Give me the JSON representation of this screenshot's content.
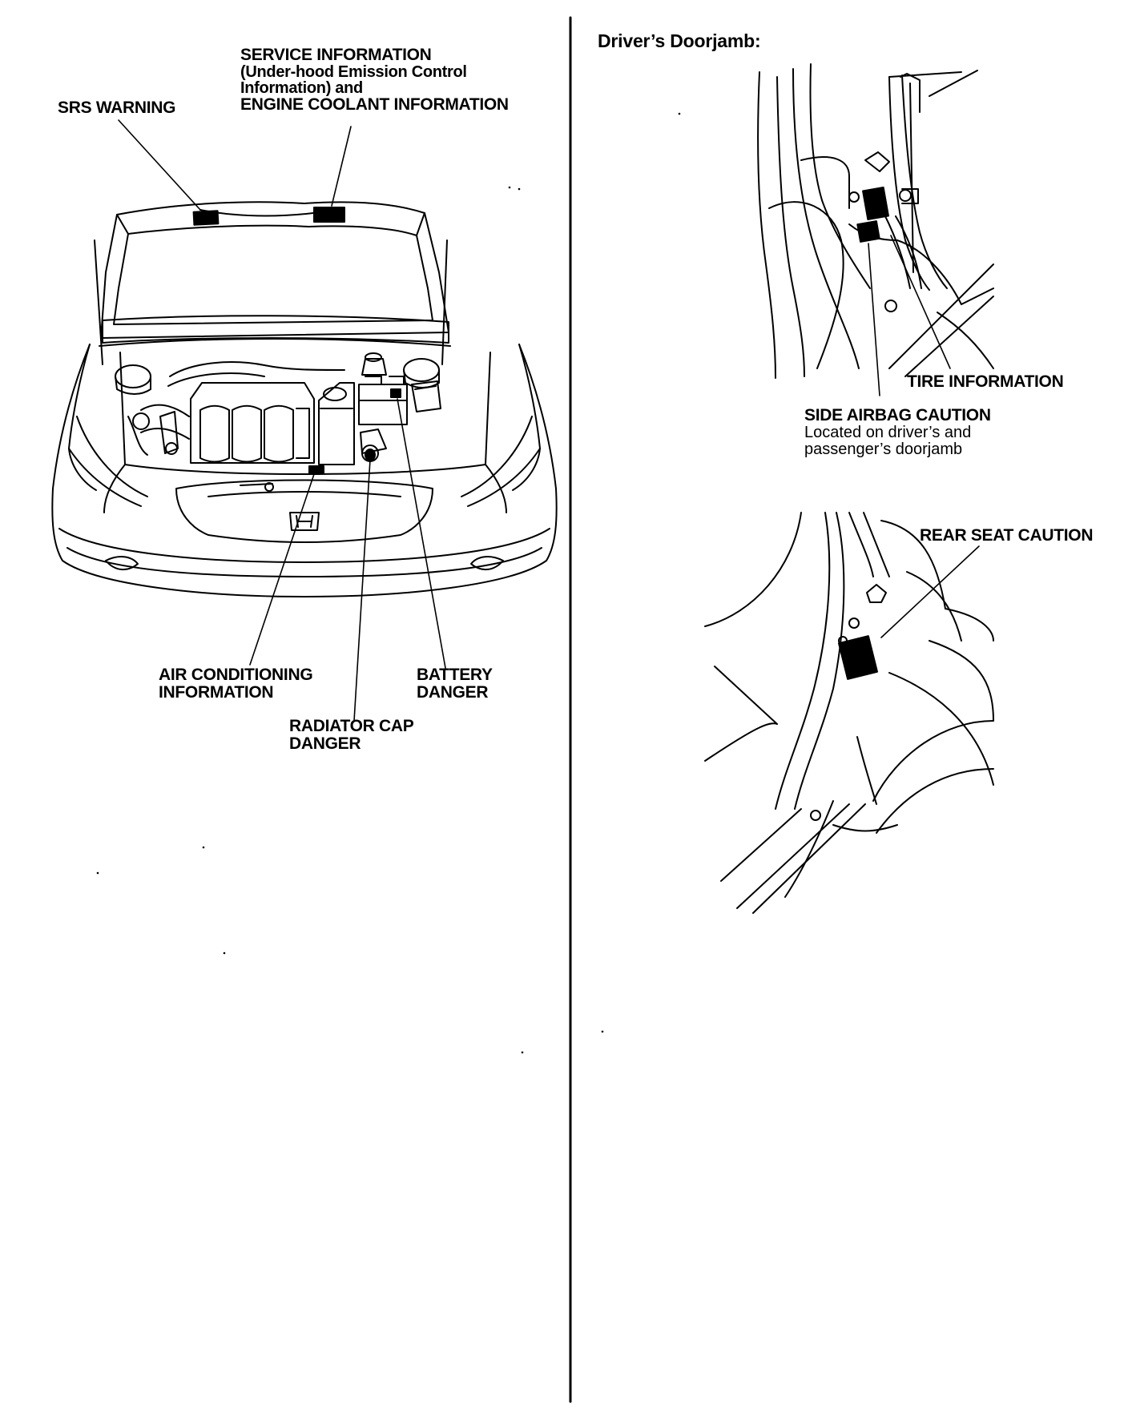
{
  "page": {
    "heading": "Driver’s Doorjamb:"
  },
  "labels": {
    "srs_warning": "SRS WARNING",
    "service_info": {
      "line1": "SERVICE INFORMATION",
      "line2": "(Under-hood Emission Control",
      "line3": "Information) and",
      "line4": "ENGINE COOLANT INFORMATION"
    },
    "air_conditioning": {
      "line1": "AIR CONDITIONING",
      "line2": "INFORMATION"
    },
    "battery": {
      "line1": "BATTERY",
      "line2": "DANGER"
    },
    "radiator_cap": {
      "line1": "RADIATOR CAP",
      "line2": "DANGER"
    },
    "tire_information": "TIRE INFORMATION",
    "side_airbag": {
      "title": "SIDE AIRBAG CAUTION",
      "note1": "Located on driver’s and",
      "note2": "passenger’s doorjamb"
    },
    "rear_seat": "REAR SEAT CAUTION"
  },
  "colors": {
    "ink": "#000000",
    "paper": "#ffffff",
    "label_patch": "#000000"
  }
}
